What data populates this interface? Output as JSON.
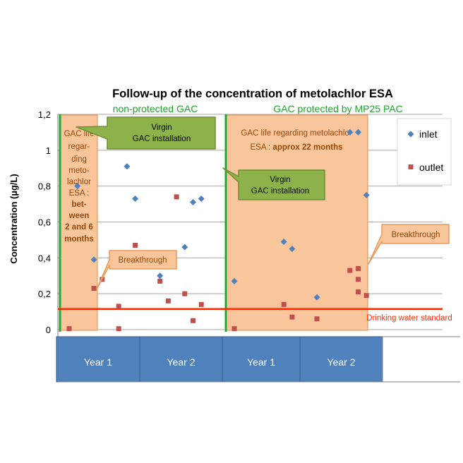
{
  "chart_data": {
    "type": "scatter",
    "title": "Follow-up of the concentration of metolachlor ESA",
    "ylabel": "Concentration (µg/L)",
    "xlabel": "",
    "ylim": [
      0,
      1.2
    ],
    "yticks": [
      "0",
      "0,2",
      "0,4",
      "0,6",
      "0,8",
      "1",
      "1,2"
    ],
    "ytick_values": [
      0,
      0.2,
      0.4,
      0.6,
      0.8,
      1.0,
      1.2
    ],
    "grid": true,
    "legend_position": "top-right",
    "x_category_rows": [
      "Year 1",
      "Year 2",
      "Year 1",
      "Year 2"
    ],
    "section_labels": {
      "left": "non-protected GAC",
      "right": "GAC protected by MP25 PAC"
    },
    "reference_line": {
      "label": "Drinking water standard",
      "value": 0.115,
      "color": "#ff2a00"
    },
    "series": [
      {
        "name": "inlet",
        "color": "#4f81bd",
        "marker": "diamond",
        "points": [
          [
            1,
            0.8
          ],
          [
            3,
            0.39
          ],
          [
            7,
            0.91
          ],
          [
            8,
            0.73
          ],
          [
            11,
            0.3
          ],
          [
            14,
            0.46
          ],
          [
            15,
            0.71
          ],
          [
            16,
            0.73
          ],
          [
            20,
            0.27
          ],
          [
            26,
            0.49
          ],
          [
            27,
            0.45
          ],
          [
            30,
            0.18
          ],
          [
            34,
            1.1
          ],
          [
            35,
            1.1
          ],
          [
            36,
            0.75
          ]
        ]
      },
      {
        "name": "outlet",
        "color": "#c0504d",
        "marker": "square",
        "points": [
          [
            0,
            0.005
          ],
          [
            3,
            0.23
          ],
          [
            4,
            0.28
          ],
          [
            6,
            0.13
          ],
          [
            6,
            0.005
          ],
          [
            8,
            0.47
          ],
          [
            11,
            0.27
          ],
          [
            12,
            0.16
          ],
          [
            13,
            0.74
          ],
          [
            14,
            0.2
          ],
          [
            15,
            0.05
          ],
          [
            16,
            0.14
          ],
          [
            20,
            0.005
          ],
          [
            26,
            0.14
          ],
          [
            27,
            0.07
          ],
          [
            30,
            0.06
          ],
          [
            34,
            0.33
          ],
          [
            35,
            0.34
          ],
          [
            35,
            0.28
          ],
          [
            35,
            0.21
          ],
          [
            36,
            0.19
          ]
        ]
      }
    ],
    "annotations": {
      "gac_life_left": [
        "GAC life",
        "regar-",
        "ding",
        "meto-",
        "lachlor",
        "ESA :",
        "bet-",
        "ween",
        "2 and 6",
        "months"
      ],
      "gac_life_right_1": "GAC life regarding metolachlor",
      "gac_life_right_2": "ESA : ",
      "gac_life_right_bold": "approx 22 months",
      "virgin_1": [
        "Virgin",
        "GAC installation"
      ],
      "virgin_2": [
        "Virgin",
        "GAC installation"
      ],
      "breakthrough_1": "Breakthrough",
      "breakthrough_2": "Breakthrough"
    },
    "colors": {
      "orange_fill": "#f9c59b",
      "orange_border": "#e6995c",
      "orange_text": "#984807",
      "green_box": "#8db24a",
      "green_border": "#6f8f35",
      "green_line": "#22a83a",
      "section_label_green": "#1fa52e",
      "year_box": "#4f81bd",
      "year_border": "#385d8a"
    }
  }
}
